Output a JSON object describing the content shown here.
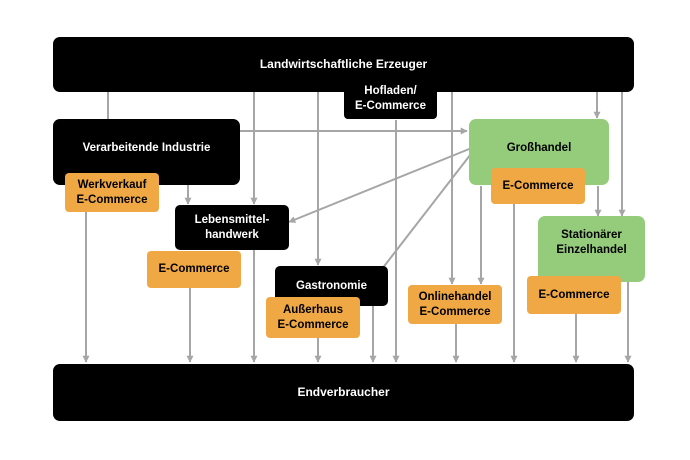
{
  "diagram": {
    "nodes": {
      "producers": "Landwirtschaftliche Erzeuger",
      "farmshop": "Hofladen/\nE-Commerce",
      "industry": "Verarbeitende Industrie",
      "factory_sale": "Werkverkauf\nE-Commerce",
      "wholesale": "Großhandel",
      "wholesale_ecom": "E-Commerce",
      "food_craft": "Lebensmittel-\nhandwerk",
      "food_craft_ecom": "E-Commerce",
      "stationary_retail": "Stationärer\nEinzelhandel",
      "stationary_ecom": "E-Commerce",
      "gastronomy": "Gastronomie",
      "gastro_ecom": "Außerhaus\nE-Commerce",
      "online_retail": "Onlinehandel\nE-Commerce",
      "consumers": "Endverbraucher"
    },
    "colors": {
      "black_box": "#000000",
      "green_box": "#94cc7c",
      "orange_box": "#f0a845",
      "arrow": "#a6a6a6"
    }
  }
}
